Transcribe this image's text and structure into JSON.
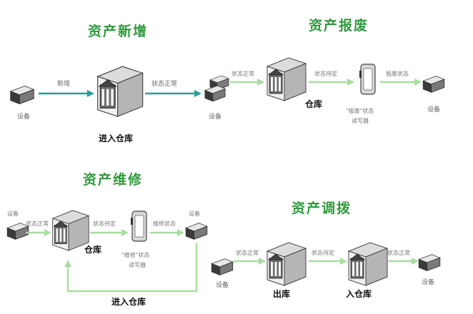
{
  "sections": {
    "add": {
      "title": "资产新增",
      "device": "设备",
      "arrow1": "新增",
      "arrow2": "状态正常",
      "warehouse": "进入仓库"
    },
    "scrap": {
      "title": "资产报废",
      "device_in": "设备",
      "arrow1": "状态正常",
      "warehouse": "仓库",
      "arrow2": "状态待定",
      "reader_text1": "\"报废\"状态",
      "reader_text2": "读写器",
      "arrow3": "报废状态",
      "device_out": "设备"
    },
    "repair": {
      "title": "资产维修",
      "device_in": "设备",
      "arrow1": "状态正常",
      "warehouse": "仓库",
      "arrow2": "状态待定",
      "reader_text1": "\"维修\"状态",
      "reader_text2": "读写器",
      "arrow3": "维修状态",
      "device_out": "设备",
      "return_label": "进入仓库"
    },
    "transfer": {
      "title": "资产调拨",
      "device_in": "设备",
      "arrow1": "状态正常",
      "warehouse_out": "出库",
      "arrow2": "状态待定",
      "warehouse_in": "入仓库",
      "arrow3": "状态正常",
      "device_out": "设备"
    }
  },
  "colors": {
    "title": "#2f9a3c",
    "arrow_teal": "#2a9c9a",
    "arrow_light": "#b9e6b0",
    "return_line": "#a8e09a"
  }
}
